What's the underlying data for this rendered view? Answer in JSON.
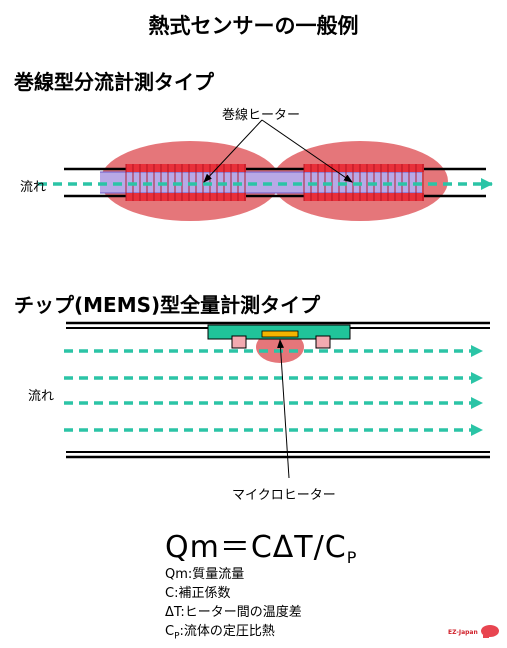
{
  "title": "熱式センサーの一般例",
  "section1": {
    "title": "巻線型分流計測タイプ",
    "heater_label": "巻線ヒーター",
    "flow_label": "流れ"
  },
  "section2": {
    "title": "チップ(MEMS)型全量計測タイプ",
    "flow_label": "流れ",
    "heater_label": "マイクロヒーター"
  },
  "formula": {
    "main": "Qm＝CΔT/C",
    "sub": "P"
  },
  "legend": [
    {
      "text": "Qm:質量流量"
    },
    {
      "text": "C:補正係数"
    },
    {
      "text": "ΔT:ヒーター間の温度差"
    },
    {
      "prefix": "C",
      "sub": "P",
      "text": ":流体の定圧比熱"
    }
  ],
  "logo": {
    "left": "EZ-Japan"
  },
  "colors": {
    "heat_zone": "#e5767a",
    "coil": "#e8303a",
    "tube_fill": "#b8a8e6",
    "arrow": "#2bc4a6",
    "chip": "#20c49a",
    "pad": "#f2aab0",
    "micro_heater": "#f4b400"
  }
}
